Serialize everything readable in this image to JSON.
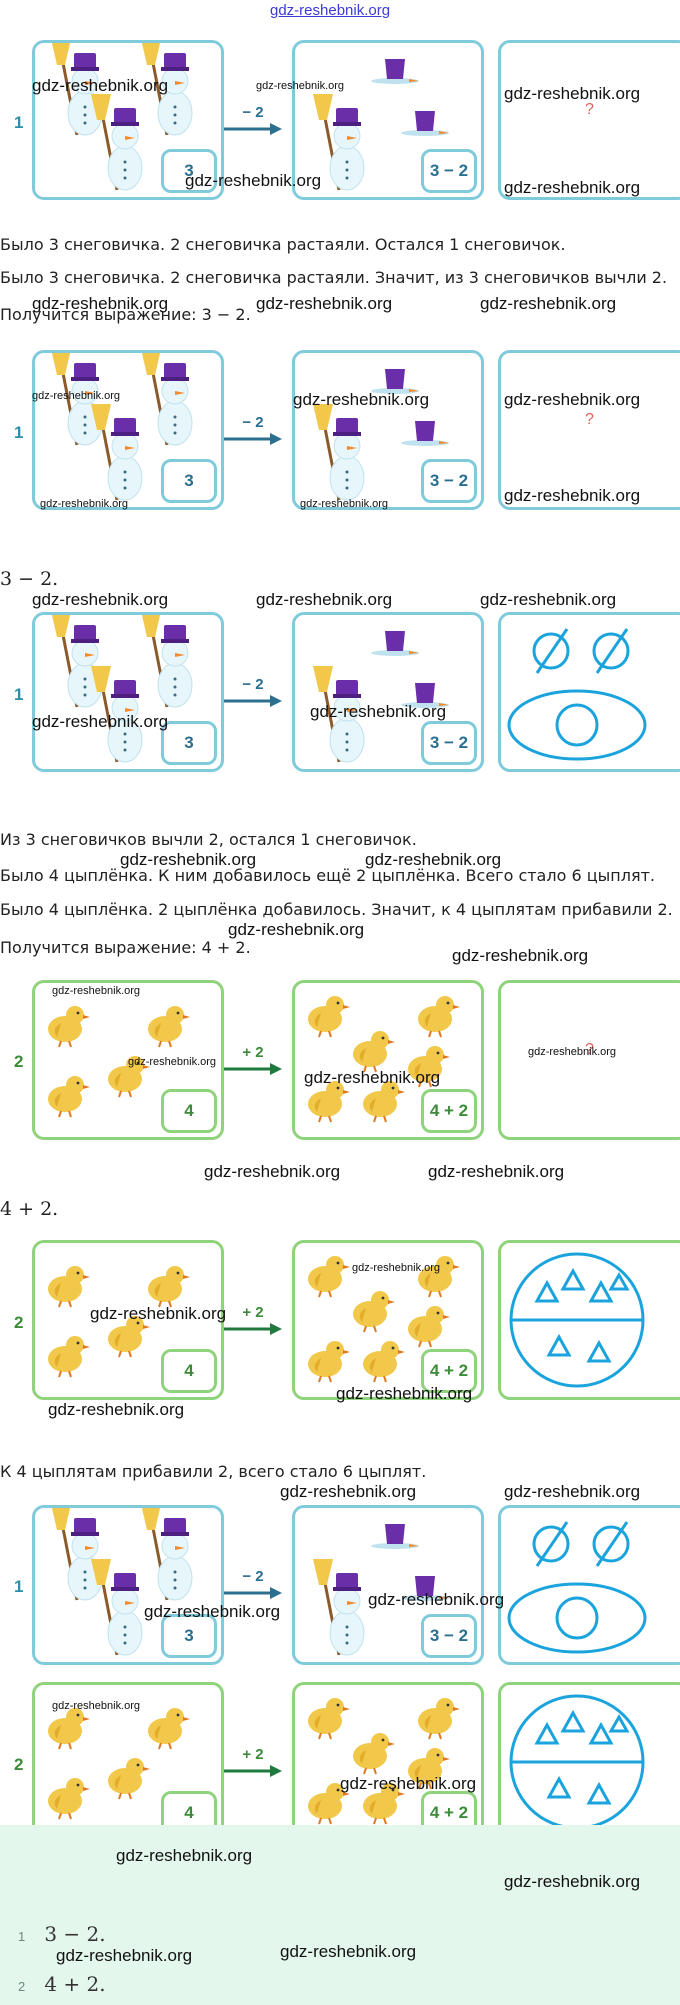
{
  "watermark": "gdz-reshebnik.org",
  "section1": {
    "label_1": "Было 3 снеговичка. 2 снеговичка растаяли. Остался 1 снеговичок.",
    "label_2": "Было 3 снеговичка. 2 снеговичка растаяли. Значит, из 3 снеговичков вычли 2.",
    "label_3": "Получится выражение: 3 − 2.",
    "expr": "3 − 2.",
    "label_4": "Из 3 снеговичков вычли 2, остался 1 снеговичок."
  },
  "section2": {
    "label_1": "Было 4 цыплёнка. К ним добавилось ещё 2 цыплёнка. Всего стало 6 цыплят.",
    "label_2": "Было 4 цыплёнка. 2 цыплёнка добавилось. Значит, к 4 цыплятам прибавили 2.",
    "label_3": "Получится выражение: 4 + 2.",
    "expr": "4 + 2.",
    "label_4": "К 4 цыплятам прибавили 2, всего стало 6 цыплят."
  },
  "row_snow": {
    "number": "1",
    "arrow_label": "− 2",
    "start_count": "3",
    "expression": "3 − 2",
    "question": "?"
  },
  "row_chick": {
    "number": "2",
    "arrow_label": "+ 2",
    "start_count": "4",
    "expression": "4 + 2",
    "question": "?"
  },
  "answers": [
    {
      "num": "1",
      "text": "3 − 2."
    },
    {
      "num": "2",
      "text": "4 + 2."
    }
  ],
  "colors": {
    "blue_border": "#7fcbdc",
    "green_border": "#8fd37c",
    "diagram_blue": "#1aa3dc",
    "answer_bg": "#e4f7ec"
  }
}
